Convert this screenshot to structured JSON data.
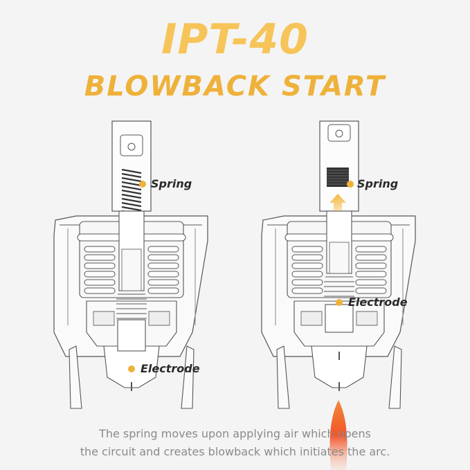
{
  "title": {
    "main": "IPT-40",
    "sub": "BLOWBACK START"
  },
  "labels": {
    "left_spring": "Spring",
    "left_electrode": "Electrode",
    "right_spring": "Spring",
    "right_electrode": "Electrode"
  },
  "caption": {
    "line1": "The spring moves upon applying air which opens",
    "line2": "the circuit and creates blowback which initiates the arc."
  },
  "colors": {
    "accent": "#f3b73e",
    "marker": "#eeb13a",
    "flame": "#f25a2a",
    "line": "#4a4a4a"
  }
}
